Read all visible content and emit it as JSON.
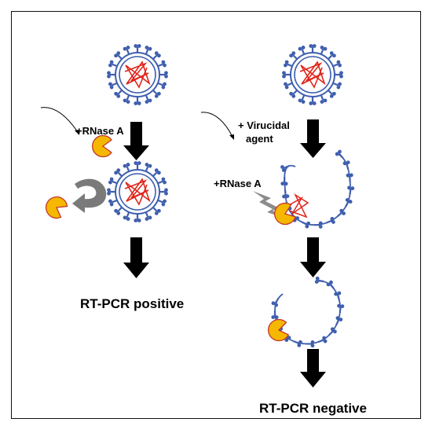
{
  "labels": {
    "left_rnase": "+RNase A",
    "right_virucidal_line1": "+ Virucidal",
    "right_virucidal_line2": "agent",
    "right_rnase": "+RNase A",
    "result_left": "RT-PCR positive",
    "result_right": "RT-PCR negative"
  },
  "colors": {
    "frame": "#111111",
    "capsid": "#3f5fae",
    "rna": "#e0251b",
    "enzyme_fill": "#f5b700",
    "enzyme_stroke": "#c0392b",
    "arrow": "#000000",
    "curved_arrow": "#7a7a7a",
    "lightning": "#8c8c8c"
  },
  "icons": {
    "virus": "intact-virus-icon",
    "damaged_virus": "disrupted-capsid-icon",
    "enzyme": "rnase-pacman-icon",
    "flow_arrow": "down-arrow-icon"
  }
}
